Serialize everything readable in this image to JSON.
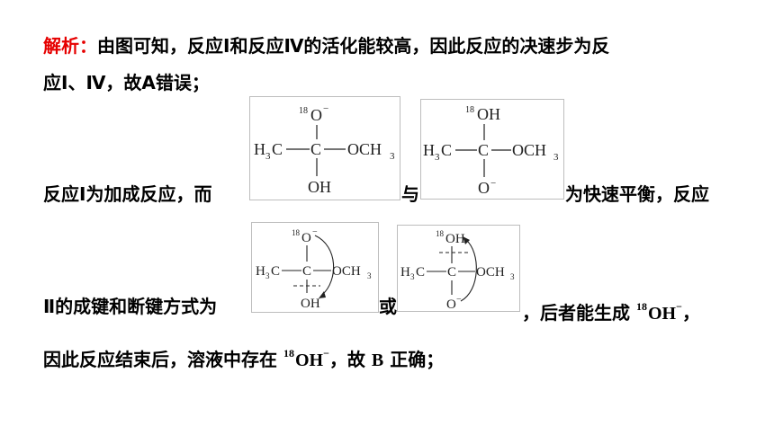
{
  "para1": {
    "label": "解析：",
    "line1": "由图可知，反应Ⅰ和反应Ⅳ的活化能较高，因此反应的决速步为反",
    "line2": "应Ⅰ、Ⅳ，故A错误；"
  },
  "para2": {
    "part1": "反应Ⅰ为加成反应，而",
    "connector": "与",
    "part2": "为快速平衡，反应"
  },
  "para3": {
    "part1": "Ⅱ的成键和断键方式为",
    "connector": "或",
    "part2": "，后者能生成",
    "iso": "18",
    "species": "OH",
    "charge": "−",
    "tail": "，"
  },
  "para4": {
    "part1": "因此反应结束后，溶液中存在",
    "iso": "18",
    "species": "OH",
    "charge": "−",
    "part2": "，故",
    "letter": "B",
    "part3": "正确；"
  },
  "struct_a": {
    "top_iso": "18",
    "top": "O",
    "top_charge": "−",
    "left": "H",
    "left_sub": "3",
    "left_c": "C",
    "center": "C",
    "right": "OCH",
    "right_sub": "3",
    "bottom": "OH"
  },
  "struct_b": {
    "top_iso": "18",
    "top": "OH",
    "left": "H",
    "left_sub": "3",
    "left_c": "C",
    "center": "C",
    "right": "OCH",
    "right_sub": "3",
    "bottom": "O",
    "bottom_charge": "−"
  },
  "struct_c": {
    "top_iso": "18",
    "top": "O",
    "top_charge": "−",
    "left": "H",
    "left_sub": "3",
    "left_c": "C",
    "center": "C",
    "right": "OCH",
    "right_sub": "3",
    "bottom": "OH"
  },
  "struct_d": {
    "top_iso": "18",
    "top": "OH",
    "left": "H",
    "left_sub": "3",
    "left_c": "C",
    "center": "C",
    "right": "OCH",
    "right_sub": "3",
    "bottom": "O",
    "bottom_charge": "−"
  }
}
